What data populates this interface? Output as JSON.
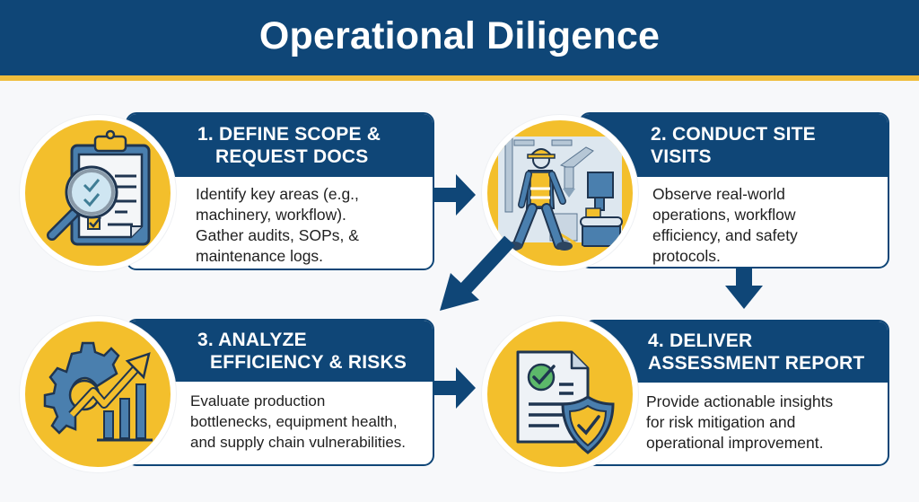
{
  "title": "Operational Diligence",
  "colors": {
    "navy": "#0f4677",
    "gold": "#f3bf2c",
    "stripe_gold": "#f0bd3c",
    "background": "#f7f8fa",
    "body_text": "#1f1f1f",
    "icon_blue": "#4a7fae",
    "check_green": "#5cb86a"
  },
  "steps": [
    {
      "number": "1",
      "title_line1": "1. DEFINE SCOPE &",
      "title_line2": "REQUEST DOCS",
      "body_lines": [
        "Identify key areas (e.g.,",
        "machinery, workflow).",
        "Gather audits, SOPs, &",
        "maintenance logs."
      ],
      "icon": "clipboard-magnifier-icon"
    },
    {
      "number": "2",
      "title_line1": "2. CONDUCT SITE",
      "title_line2": "VISITS",
      "body_lines": [
        "Observe real-world",
        "operations, workflow",
        "efficiency, and safety",
        "protocols."
      ],
      "icon": "site-worker-icon"
    },
    {
      "number": "3",
      "title_line1": "3. ANALYZE",
      "title_line2": "EFFICIENCY & RISKS",
      "body_lines": [
        "Evaluate production",
        "bottlenecks, equipment health,",
        "and supply chain vulnerabilities."
      ],
      "icon": "gear-chart-icon"
    },
    {
      "number": "4",
      "title_line1": "4. DELIVER",
      "title_line2": "ASSESSMENT REPORT",
      "body_lines": [
        "Provide actionable insights",
        "for risk mitigation and",
        "operational improvement."
      ],
      "icon": "report-shield-icon"
    }
  ],
  "flow": [
    {
      "from": "1",
      "to": "2",
      "direction": "right"
    },
    {
      "from": "2",
      "to": "3",
      "direction": "down-left"
    },
    {
      "from": "2",
      "to": "4",
      "direction": "down"
    },
    {
      "from": "3",
      "to": "4",
      "direction": "right"
    }
  ]
}
